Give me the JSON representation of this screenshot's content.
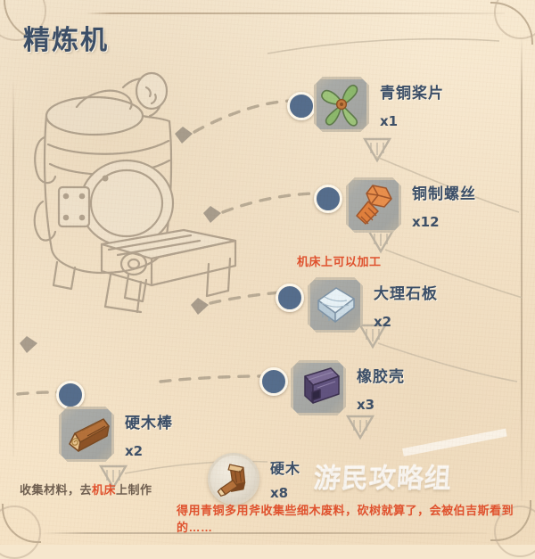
{
  "page": {
    "title": "精炼机",
    "watermark": "游民攻略组",
    "illustration_name": "refiner-machine-line-art"
  },
  "colors": {
    "paper": "#f6e7cd",
    "title_text": "#3c4f68",
    "node": "#556d8c",
    "accent_red": "#e0522e",
    "frame_line": "#b8a489",
    "slot_bg": "#a7a9a6"
  },
  "recipe": {
    "items": [
      {
        "name": "青铜桨片",
        "qty": "x1",
        "icon": "bronze-propeller-icon",
        "frame": "octagon"
      },
      {
        "name": "铜制螺丝",
        "qty": "x12",
        "icon": "copper-screw-icon",
        "frame": "octagon"
      },
      {
        "name": "大理石板",
        "qty": "x2",
        "icon": "marble-slab-icon",
        "frame": "octagon"
      },
      {
        "name": "橡胶壳",
        "qty": "x3",
        "icon": "rubber-shell-icon",
        "frame": "octagon"
      },
      {
        "name": "硬木棒",
        "qty": "x2",
        "icon": "hardwood-stick-icon",
        "frame": "octagon"
      },
      {
        "name": "硬木",
        "qty": "x8",
        "icon": "hardwood-log-icon",
        "frame": "circle"
      }
    ]
  },
  "annotations": {
    "machine_tool": {
      "text_red": "机床上可以加工",
      "full": "机床上可以加工"
    },
    "collect": {
      "part1": "收集材料，去",
      "part2_red": "机床",
      "part3": "上制作"
    },
    "wood": {
      "part1": "得用",
      "part2_red": "青铜多用斧",
      "part3": "收集些",
      "part4_red": "细木废料",
      "part5": "，砍树就算了，会被伯吉斯看到的……"
    }
  }
}
